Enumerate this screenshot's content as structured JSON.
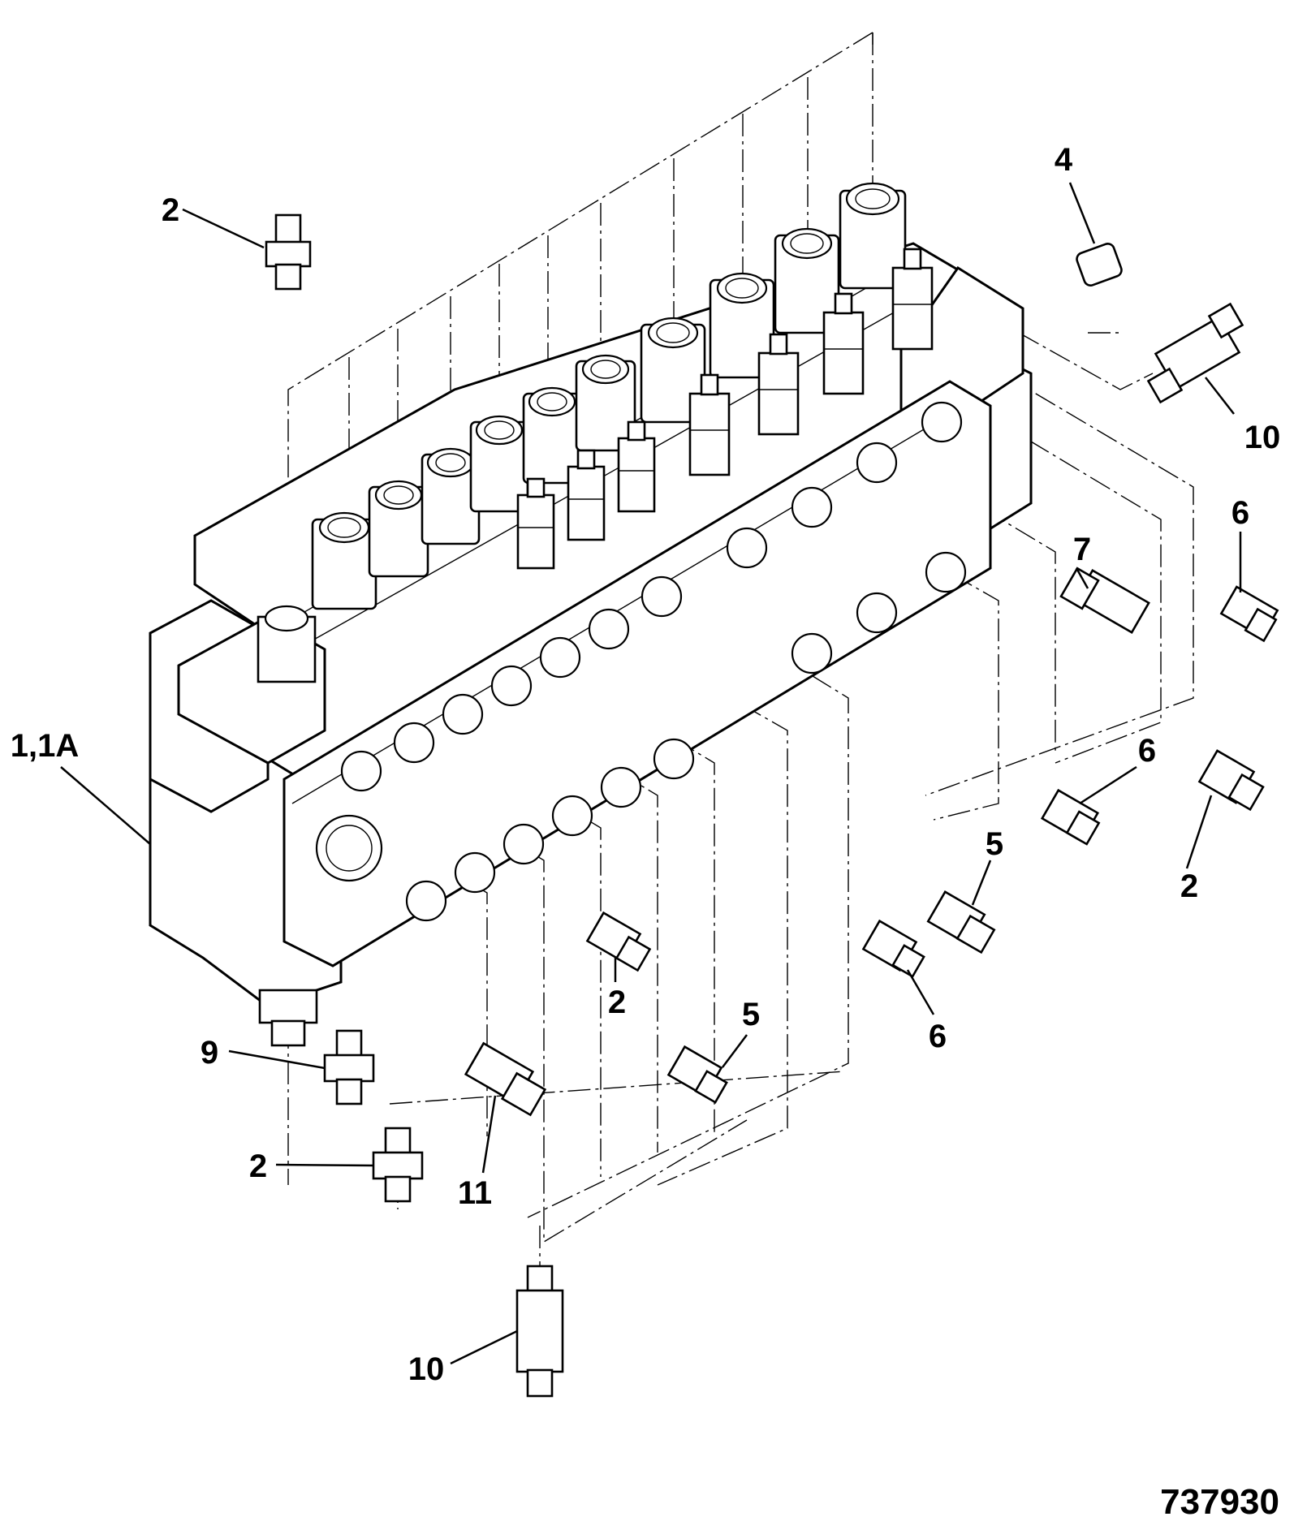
{
  "diagram": {
    "figure_number": "737930",
    "callouts": [
      "2",
      "4",
      "10",
      "6",
      "7",
      "1,1A",
      "6",
      "2",
      "5",
      "2",
      "6",
      "5",
      "9",
      "2",
      "11",
      "10"
    ]
  }
}
